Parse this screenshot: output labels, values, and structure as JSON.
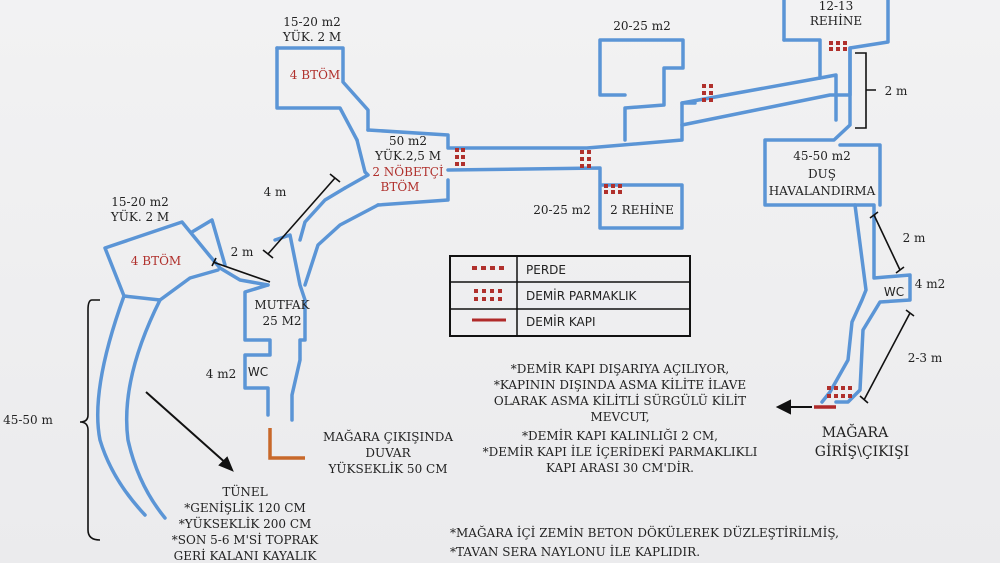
{
  "colors": {
    "wall": "#5b95d6",
    "perde": "#b0302c",
    "demir_kapi": "#b02a2a",
    "orange_wall": "#c8682a",
    "ink": "#222222"
  },
  "rooms": {
    "btom_left_top_size": "15-20 m2",
    "btom_left_top_height": "YÜK. 2 M",
    "btom_left_top_name": "4 BTÖM",
    "nobetci_size": "50 m2",
    "nobetci_height": "YÜK.2,5 M",
    "nobetci_name_1": "2 NÖBETÇİ",
    "nobetci_name_2": "BTÖM",
    "upper_room_size": "20-25 m2",
    "rehine_mid_size": "20-25 m2",
    "rehine_mid_name": "2 REHİNE",
    "rehine_top_size": "12-13",
    "rehine_top_name": "REHİNE",
    "btom_left_size": "15-20 m2",
    "btom_left_height": "YÜK. 2 M",
    "btom_left_name": "4 BTÖM",
    "mutfak_name": "MUTFAK",
    "mutfak_size": "25 M2",
    "wc_left_size": "4 m2",
    "wc_left_name": "WC",
    "dus_size": "45-50 m2",
    "dus_name_1": "DUŞ",
    "dus_name_2": "HAVALANDIRMA",
    "wc_right_name": "WC",
    "wc_right_size": "4 m2"
  },
  "dimensions": {
    "d_4m": "4 m",
    "d_2m_left": "2 m",
    "d_2m_top_right": "2 m",
    "d_2m_right": "2 m",
    "d_2_3m": "2-3 m",
    "d_45_50m": "45-50 m"
  },
  "legend": {
    "perde": "PERDE",
    "demir_parmaklik": "DEMİR PARMAKLIK",
    "demir_kapi": "DEMİR KAPI"
  },
  "notes_right": [
    "*DEMİR KAPI DIŞARIYA AÇILIYOR,",
    "*KAPININ DIŞINDA ASMA KİLİTE İLAVE",
    "OLARAK ASMA KİLİTLİ SÜRGÜLÜ KİLİT",
    "MEVCUT,",
    "*DEMİR KAPI KALINLIĞI 2 CM,",
    "*DEMİR KAPI İLE İÇERİDEKİ PARMAKLIKLI",
    "KAPI ARASI 30 CM'DİR."
  ],
  "entrance": {
    "line1": "MAĞARA",
    "line2": "GİRİŞ\\ÇIKIŞI"
  },
  "exit_wall": {
    "line1": "MAĞARA ÇIKIŞINDA",
    "line2": "DUVAR",
    "line3": "YÜKSEKLİK 50 CM"
  },
  "tunnel": [
    "TÜNEL",
    "*GENİŞLİK 120 CM",
    "*YÜKSEKLİK 200 CM",
    "*SON 5-6 M'Sİ TOPRAK",
    "GERİ KALANI KAYALIK"
  ],
  "floor_notes": [
    "*MAĞARA İÇİ ZEMİN BETON DÖKÜLEREK DÜZLEŞTİRİLMİŞ,",
    "*TAVAN SERA NAYLONU İLE KAPLIDIR."
  ]
}
